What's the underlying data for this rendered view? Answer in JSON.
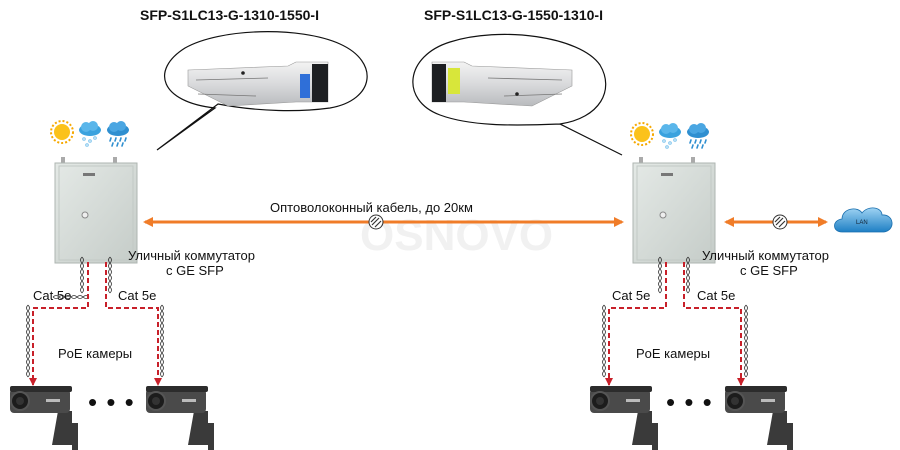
{
  "titles": {
    "left_sfp": "SFP-S1LC13-G-1310-1550-I",
    "right_sfp": "SFP-S1LC13-G-1550-1310-I"
  },
  "links": {
    "fiber": "Оптоволоконный кабель, до 20км",
    "lan": "LAN"
  },
  "left_node": {
    "switch_line1": "Уличный коммутатор",
    "switch_line2": "с GE SFP",
    "cable_left": "Cat 5e",
    "cable_right": "Cat 5e",
    "cameras": "PoE камеры",
    "ellipsis": "• • •"
  },
  "right_node": {
    "switch_line1": "Уличный коммутатор",
    "switch_line2": "с GE SFP",
    "cable_left": "Cat 5e",
    "cable_right": "Cat 5e",
    "cameras": "PoE камеры",
    "ellipsis": "• • •"
  },
  "watermark": "OSNOVO",
  "colors": {
    "fiber": "#f07c28",
    "poe": "#c8202a",
    "cabinet": "#d6dcd8",
    "cloud": "#3c9cd8",
    "sfp_left_latch": "#2f6fd8",
    "sfp_right_latch": "#d8e63a"
  }
}
